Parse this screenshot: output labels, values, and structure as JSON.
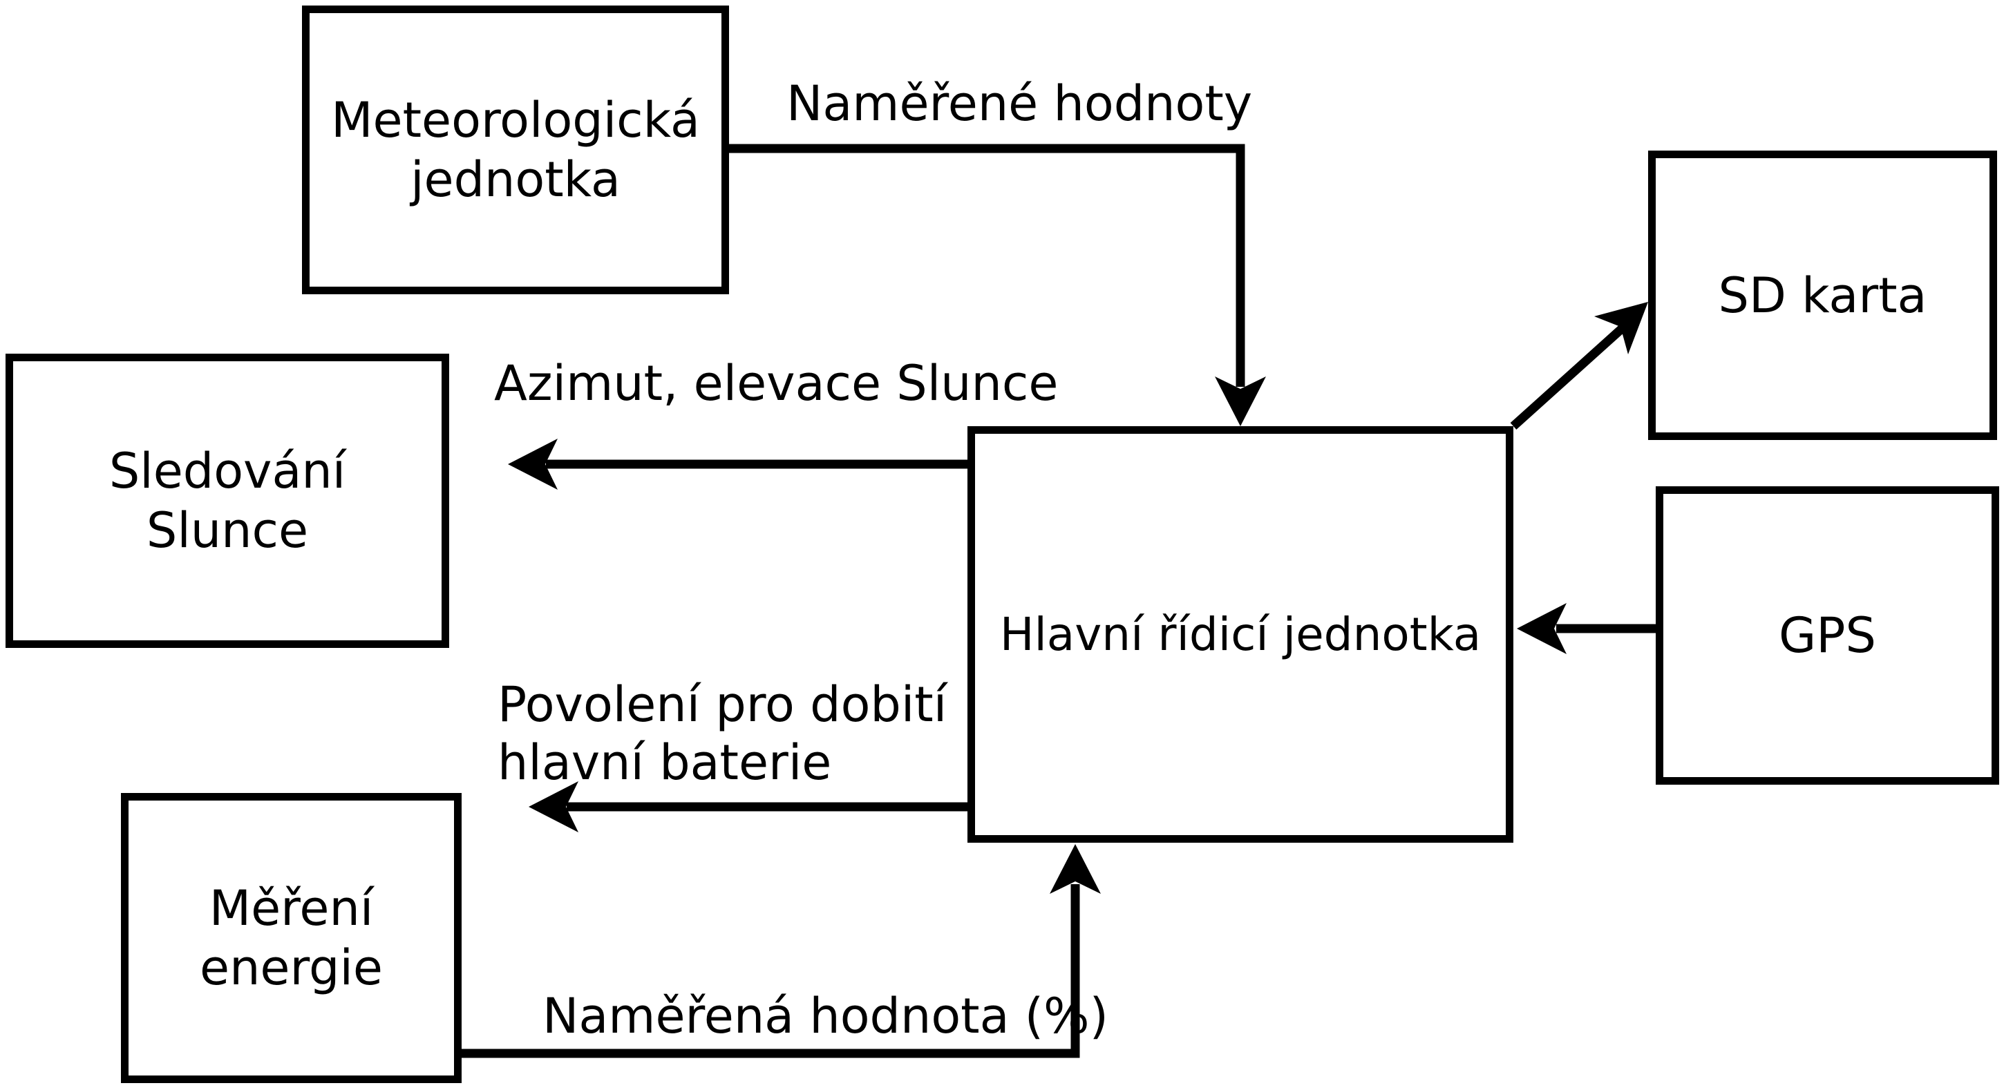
{
  "diagram": {
    "title": "",
    "colors": {
      "background": "#ffffff",
      "stroke": "#000000",
      "text": "#000000"
    },
    "nodes": {
      "meteo": {
        "label": "Meteorologická\njednotka"
      },
      "sledovani": {
        "label": "Sledování\nSlunce"
      },
      "mereni": {
        "label": "Měření\nenergie"
      },
      "hlavni": {
        "label": "Hlavní řídicí jednotka"
      },
      "sdkarta": {
        "label": "SD karta"
      },
      "gps": {
        "label": "GPS"
      }
    },
    "edges": {
      "meteo_to_hlavni": {
        "label": "Naměřené hodnoty",
        "from": "meteo",
        "to": "hlavni"
      },
      "hlavni_to_sledovani": {
        "label": "Azimut, elevace Slunce",
        "from": "hlavni",
        "to": "sledovani"
      },
      "hlavni_to_sdkarta": {
        "label": "",
        "from": "hlavni",
        "to": "sdkarta"
      },
      "gps_to_hlavni": {
        "label": "",
        "from": "gps",
        "to": "hlavni"
      },
      "hlavni_to_mereni": {
        "label": "Povolení pro dobití\nhlavní baterie",
        "from": "hlavni",
        "to": "mereni"
      },
      "mereni_to_hlavni": {
        "label": "Naměřená hodnota (%)",
        "from": "mereni",
        "to": "hlavni"
      }
    }
  }
}
